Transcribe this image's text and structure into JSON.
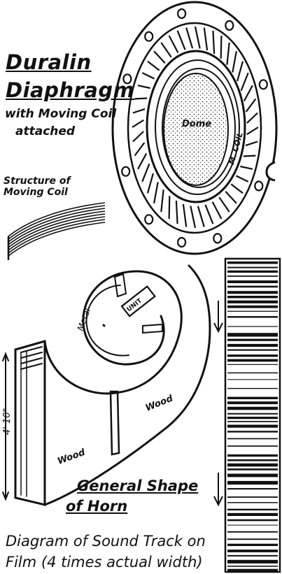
{
  "title": {
    "line1": "Duralin",
    "line2": "Diaphragm",
    "line3": "with Moving Coil",
    "line4": "attached"
  },
  "diaphragm_labels": {
    "dome": "Dome",
    "coil": "M. COIL"
  },
  "coil_structure": {
    "line1": "Structure of",
    "line2": "Moving Coil"
  },
  "horn_labels": {
    "metal": "Metal",
    "unit": "UNIT",
    "wood_upper": "Wood",
    "wood_lower": "Wood",
    "dimension": "4' 10\""
  },
  "horn_caption": {
    "line1": "General Shape",
    "line2": "of Horn"
  },
  "sound_track_caption": {
    "line1": "Diagram of Sound Track on",
    "line2": "Film  (4 times actual width)"
  },
  "colors": {
    "ink": "#111111",
    "paper": "#ffffff"
  }
}
